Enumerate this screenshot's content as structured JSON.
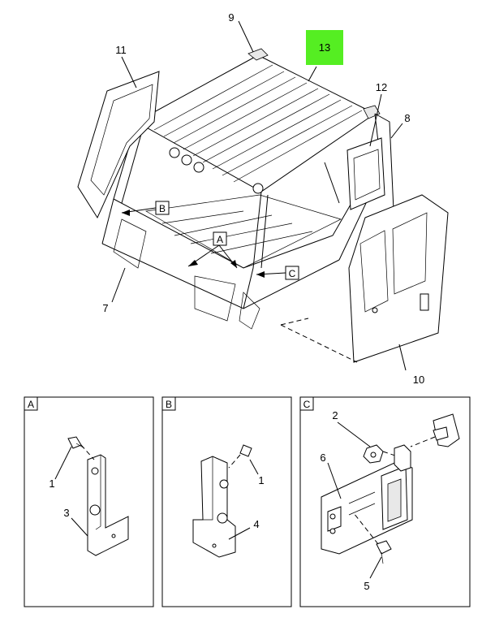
{
  "highlight_color": "#55ee22",
  "main": {
    "highlight_label": "13",
    "labels": {
      "n9": "9",
      "n11": "11",
      "n12": "12",
      "n8": "8",
      "n7": "7",
      "n10": "10"
    },
    "callouts": {
      "a": "A",
      "b": "B",
      "c": "C"
    }
  },
  "details": {
    "a": {
      "tag": "A",
      "labels": {
        "n1": "1",
        "n3": "3"
      }
    },
    "b": {
      "tag": "B",
      "labels": {
        "n1": "1",
        "n4": "4"
      }
    },
    "c": {
      "tag": "C",
      "labels": {
        "n2": "2",
        "n6": "6",
        "n5": "5"
      }
    }
  }
}
